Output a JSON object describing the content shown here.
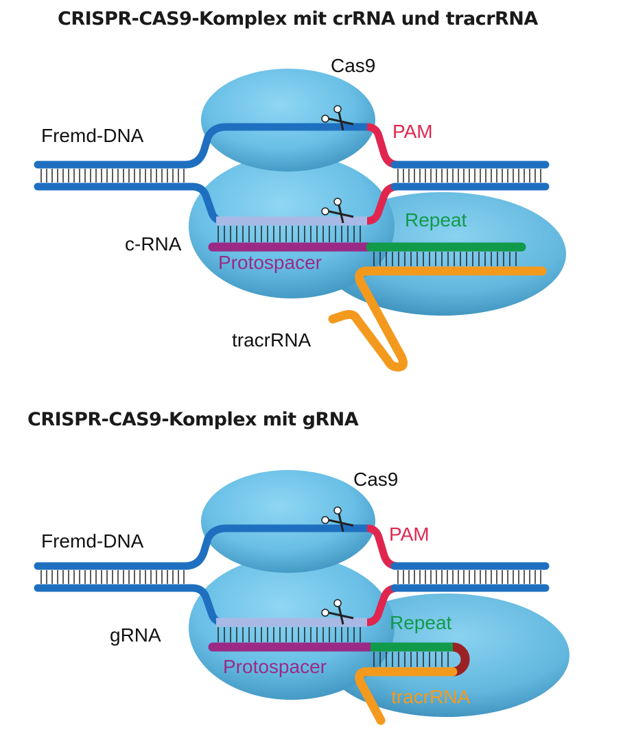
{
  "panels": [
    {
      "title": "CRISPR-CAS9-Komplex mit crRNA und tracrRNA",
      "labels": {
        "protein": "Cas9",
        "target_dna": "Fremd-DNA",
        "pam": "PAM",
        "guide": "c-RNA",
        "repeat": "Repeat",
        "protospacer": "Protospacer",
        "tracr": "tracrRNA"
      }
    },
    {
      "title": "CRISPR-CAS9-Komplex mit gRNA",
      "labels": {
        "protein": "Cas9",
        "target_dna": "Fremd-DNA",
        "pam": "PAM",
        "guide": "gRNA",
        "repeat": "Repeat",
        "protospacer": "Protospacer",
        "tracr": "tracrRNA"
      }
    }
  ],
  "colors": {
    "protein": "#6fc3e8",
    "dna": "#1f6fc0",
    "pam": "#e0264f",
    "target_strand_paired": "#a9b9e6",
    "protospacer": "#9a2a86",
    "repeat": "#119a4a",
    "tracr": "#f39a1e",
    "loop": "#9b2224",
    "text": "#111111"
  }
}
